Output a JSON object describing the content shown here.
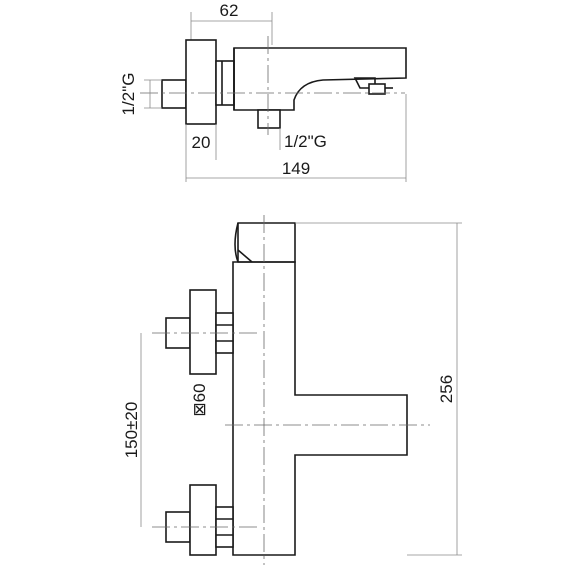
{
  "top_view": {
    "width_label": "62",
    "thread_left_label": "1/2\"G",
    "thread_bottom_label": "1/2\"G",
    "wall_depth_label": "20",
    "total_depth_label": "149"
  },
  "front_view": {
    "height_label": "256",
    "spacing_label": "150±20",
    "knob_label": "⊠60"
  }
}
